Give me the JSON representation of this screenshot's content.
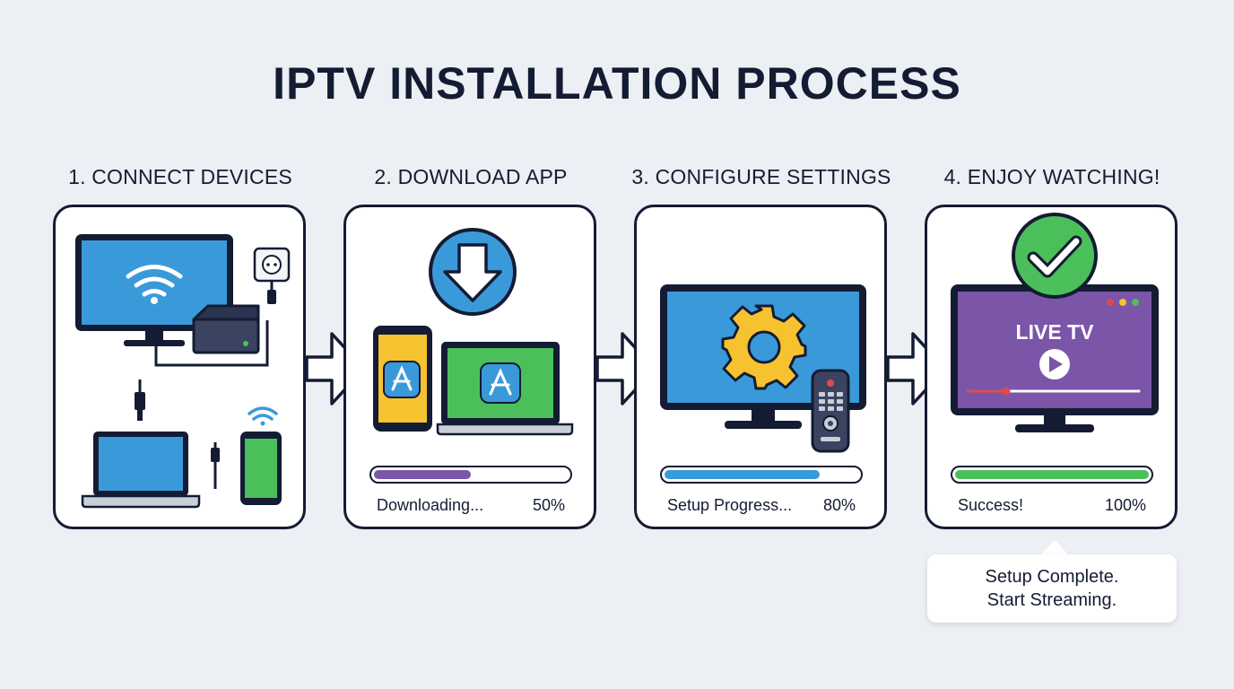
{
  "title": "IPTV INSTALLATION PROCESS",
  "colors": {
    "navy": "#141c33",
    "blue": "#3a9ad9",
    "green": "#4bbf5a",
    "yellow": "#f6c230",
    "purple": "#7b55a8",
    "background": "#eceff3"
  },
  "steps": [
    {
      "title": "1. CONNECT DEVICES",
      "icons": [
        "tv-wifi-icon",
        "router-box-icon",
        "power-outlet-icon",
        "laptop-icon",
        "smartphone-icon",
        "cable-plug-icon"
      ]
    },
    {
      "title": "2. DOWNLOAD APP",
      "icons": [
        "download-arrow-icon",
        "phone-app-store-icon",
        "laptop-app-store-icon"
      ],
      "status_label": "Downloading...",
      "percent_text": "50%",
      "progress": 0.5,
      "bar_color": "#7b55a8"
    },
    {
      "title": "3. CONFIGURE SETTINGS",
      "icons": [
        "monitor-gear-icon",
        "remote-control-icon"
      ],
      "status_label": "Setup Progress...",
      "percent_text": "80%",
      "progress": 0.8,
      "bar_color": "#3a9ad9"
    },
    {
      "title": "4. ENJOY WATCHING!",
      "icons": [
        "checkmark-badge-icon",
        "tv-player-icon",
        "play-button-icon"
      ],
      "screen_text": "LIVE TV",
      "status_label": "Success!",
      "percent_text": "100%",
      "progress": 1.0,
      "bar_color": "#4bbf5a"
    }
  ],
  "callout": {
    "line1": "Setup Complete.",
    "line2": "Start Streaming."
  }
}
